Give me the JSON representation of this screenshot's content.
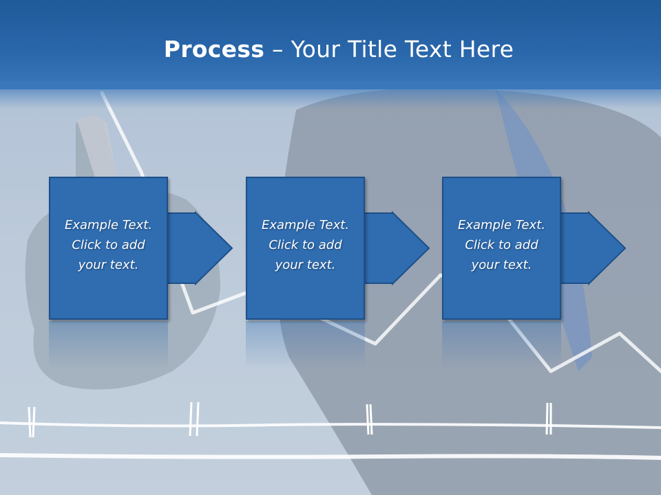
{
  "slide": {
    "title_bold": "Process",
    "title_separator": " – ",
    "title_rest": "Your Title Text Here"
  },
  "steps": [
    {
      "line1": "Example Text.",
      "line2": "Click  to add",
      "line3": "your text."
    },
    {
      "line1": "Example Text.",
      "line2": "Click  to add",
      "line3": "your text."
    },
    {
      "line1": "Example Text.",
      "line2": "Click  to add",
      "line3": "your text."
    }
  ],
  "colors": {
    "box_fill": "#2f6cb0",
    "box_border": "#1d4f88",
    "title_band": "#2a67ab",
    "text": "#ffffff"
  }
}
